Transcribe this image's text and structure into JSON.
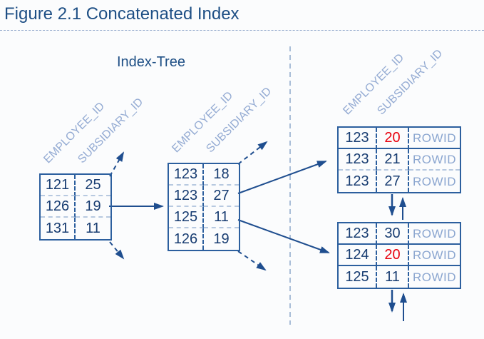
{
  "title": "Figure 2.1 Concatenated Index",
  "labels": {
    "index_tree": "Index-Tree"
  },
  "columns": {
    "employee_id": "EMPLOYEE_ID",
    "subsidiary_id": "SUBSIDIARY_ID"
  },
  "colors": {
    "background": "#fbfcfd",
    "title": "#1e4f85",
    "border": "#2c5f9e",
    "text": "#173c71",
    "header": "#94abd3",
    "rowid": "#8ba6d0",
    "red": "#e8000d",
    "arrow": "#1f4e8f",
    "divider": "#a9bdd8",
    "rowsep": "#b7c9e0",
    "rule": "#93a9cc"
  },
  "nodes": {
    "root": {
      "rows": [
        [
          "121",
          "25"
        ],
        [
          "126",
          "19"
        ],
        [
          "131",
          "11"
        ]
      ]
    },
    "branch": {
      "rows": [
        [
          "123",
          "18"
        ],
        [
          "123",
          "27"
        ],
        [
          "125",
          "11"
        ],
        [
          "126",
          "19"
        ]
      ]
    },
    "leaf_top": {
      "rows": [
        [
          "123",
          "20",
          "ROWID"
        ],
        [
          "123",
          "21",
          "ROWID"
        ],
        [
          "123",
          "27",
          "ROWID"
        ]
      ],
      "highlighted_value": "20"
    },
    "leaf_bottom": {
      "rows": [
        [
          "123",
          "30",
          "ROWID"
        ],
        [
          "124",
          "20",
          "ROWID"
        ],
        [
          "125",
          "11",
          "ROWID"
        ]
      ],
      "highlighted_value": "20"
    }
  }
}
